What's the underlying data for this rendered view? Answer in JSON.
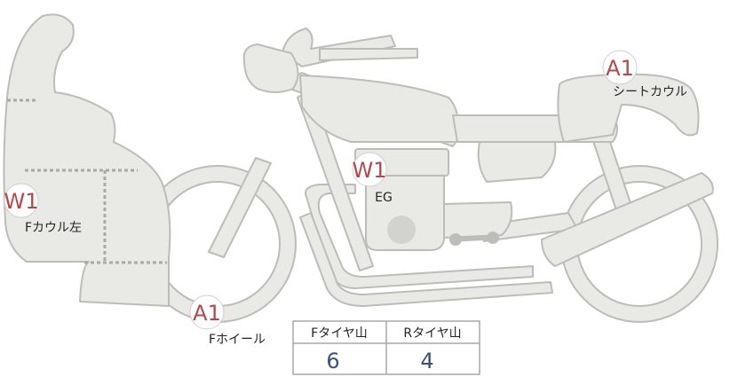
{
  "colors": {
    "part_fill": "#e9e9e6",
    "part_stroke": "#bcbcb8",
    "badge_text": "#b3484a",
    "badge_fill": "#ffffff",
    "table_border": "#a8a8a8",
    "table_value": "#3a4f7a"
  },
  "markers": {
    "seat_cowl": {
      "grade": "A1",
      "label": "シートカウル"
    },
    "engine": {
      "grade": "W1",
      "label": "EG"
    },
    "front_cowl_left": {
      "grade": "W1",
      "label": "Fカウル左"
    },
    "front_wheel": {
      "grade": "A1",
      "label": "Fホイール"
    }
  },
  "tire_table": {
    "headers": [
      "Fタイヤ山",
      "Rタイヤ山"
    ],
    "values": [
      "6",
      "4"
    ]
  }
}
